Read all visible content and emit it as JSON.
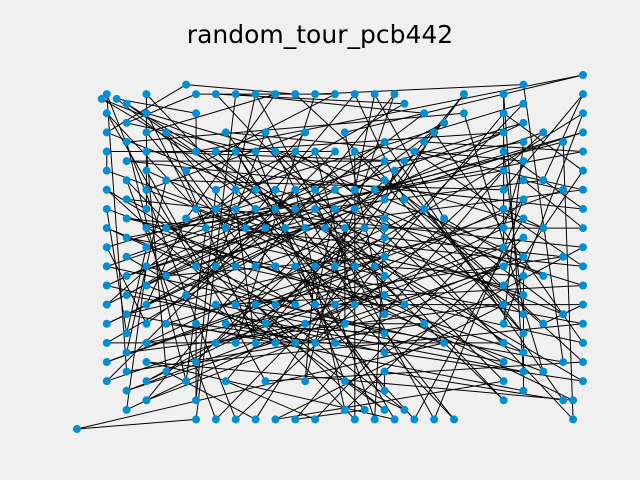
{
  "chart_data": {
    "type": "scatter",
    "title": "random_tour_pcb442",
    "xlabel": "",
    "ylabel": "",
    "axes_visible": false,
    "grid": false,
    "marker_color": "#008fd5",
    "line_color": "#000000",
    "background": "#f0f0f0",
    "style": "closed tour: points joined by straight edges in visit order, last back to first",
    "xlim": [
      -200,
      4000
    ],
    "ylim": [
      -200,
      3800
    ],
    "points": [
      [
        -100,
        -100
      ],
      [
        200,
        400
      ],
      [
        200,
        600
      ],
      [
        200,
        800
      ],
      [
        200,
        1000
      ],
      [
        200,
        1200
      ],
      [
        200,
        1400
      ],
      [
        200,
        1600
      ],
      [
        200,
        1800
      ],
      [
        200,
        2000
      ],
      [
        200,
        2200
      ],
      [
        200,
        2400
      ],
      [
        200,
        2600
      ],
      [
        200,
        2800
      ],
      [
        200,
        3000
      ],
      [
        200,
        3200
      ],
      [
        200,
        3400
      ],
      [
        150,
        3350
      ],
      [
        300,
        3350
      ],
      [
        400,
        100
      ],
      [
        400,
        300
      ],
      [
        400,
        500
      ],
      [
        400,
        700
      ],
      [
        400,
        900
      ],
      [
        400,
        1100
      ],
      [
        400,
        1300
      ],
      [
        400,
        1500
      ],
      [
        400,
        1700
      ],
      [
        400,
        1900
      ],
      [
        400,
        2100
      ],
      [
        400,
        2300
      ],
      [
        400,
        2500
      ],
      [
        400,
        2700
      ],
      [
        400,
        2900
      ],
      [
        400,
        3100
      ],
      [
        400,
        3300
      ],
      [
        600,
        200
      ],
      [
        600,
        400
      ],
      [
        600,
        600
      ],
      [
        600,
        800
      ],
      [
        600,
        1000
      ],
      [
        600,
        1200
      ],
      [
        600,
        1400
      ],
      [
        600,
        1600
      ],
      [
        600,
        1800
      ],
      [
        600,
        2000
      ],
      [
        600,
        2200
      ],
      [
        600,
        2400
      ],
      [
        600,
        2600
      ],
      [
        600,
        2800
      ],
      [
        600,
        3000
      ],
      [
        600,
        3200
      ],
      [
        600,
        3400
      ],
      [
        800,
        500
      ],
      [
        800,
        1000
      ],
      [
        800,
        1500
      ],
      [
        800,
        2000
      ],
      [
        800,
        2500
      ],
      [
        800,
        3000
      ],
      [
        1000,
        400
      ],
      [
        1000,
        1300
      ],
      [
        1000,
        2100
      ],
      [
        1000,
        2600
      ],
      [
        1000,
        3500
      ],
      [
        1100,
        0
      ],
      [
        1100,
        3400
      ],
      [
        1100,
        3200
      ],
      [
        1100,
        2800
      ],
      [
        1100,
        2200
      ],
      [
        1100,
        1600
      ],
      [
        1100,
        1000
      ],
      [
        1100,
        600
      ],
      [
        1100,
        200
      ],
      [
        1300,
        0
      ],
      [
        1500,
        0
      ],
      [
        1700,
        0
      ],
      [
        1900,
        0
      ],
      [
        2100,
        0
      ],
      [
        2300,
        0
      ],
      [
        1300,
        3400
      ],
      [
        1500,
        3400
      ],
      [
        1700,
        3400
      ],
      [
        1900,
        3400
      ],
      [
        2100,
        3400
      ],
      [
        2300,
        3400
      ],
      [
        2500,
        3400
      ],
      [
        2700,
        3400
      ],
      [
        2900,
        3400
      ],
      [
        3100,
        3400
      ],
      [
        1200,
        2000
      ],
      [
        1400,
        2000
      ],
      [
        1600,
        2000
      ],
      [
        1800,
        2000
      ],
      [
        2000,
        2000
      ],
      [
        2200,
        2000
      ],
      [
        2400,
        2000
      ],
      [
        2600,
        2000
      ],
      [
        2800,
        2000
      ],
      [
        3000,
        2000
      ],
      [
        1300,
        2400
      ],
      [
        1500,
        2400
      ],
      [
        1700,
        2400
      ],
      [
        1900,
        2400
      ],
      [
        2100,
        2400
      ],
      [
        2300,
        2400
      ],
      [
        2500,
        2400
      ],
      [
        2700,
        2400
      ],
      [
        2900,
        2400
      ],
      [
        1300,
        1600
      ],
      [
        1500,
        1600
      ],
      [
        1700,
        1600
      ],
      [
        1900,
        1600
      ],
      [
        2100,
        1600
      ],
      [
        2300,
        1600
      ],
      [
        2500,
        1600
      ],
      [
        2700,
        1600
      ],
      [
        2900,
        1600
      ],
      [
        1300,
        1200
      ],
      [
        1500,
        1200
      ],
      [
        1700,
        1200
      ],
      [
        1900,
        1200
      ],
      [
        2100,
        1200
      ],
      [
        2300,
        1200
      ],
      [
        2500,
        1200
      ],
      [
        2700,
        1200
      ],
      [
        1300,
        800
      ],
      [
        1500,
        800
      ],
      [
        1700,
        800
      ],
      [
        1900,
        800
      ],
      [
        2100,
        800
      ],
      [
        2300,
        800
      ],
      [
        2500,
        800
      ],
      [
        1300,
        2800
      ],
      [
        1500,
        2800
      ],
      [
        1700,
        2800
      ],
      [
        1900,
        2800
      ],
      [
        2100,
        2800
      ],
      [
        2300,
        2800
      ],
      [
        2500,
        2800
      ],
      [
        2700,
        2800
      ],
      [
        1300,
        2200
      ],
      [
        1500,
        2200
      ],
      [
        1700,
        2200
      ],
      [
        1900,
        2200
      ],
      [
        2100,
        2200
      ],
      [
        2300,
        2200
      ],
      [
        2500,
        2200
      ],
      [
        2700,
        2200
      ],
      [
        1400,
        3000
      ],
      [
        1800,
        3000
      ],
      [
        2200,
        3000
      ],
      [
        2600,
        3000
      ],
      [
        1400,
        1000
      ],
      [
        1800,
        1000
      ],
      [
        2200,
        1000
      ],
      [
        2600,
        1000
      ],
      [
        1400,
        400
      ],
      [
        1800,
        400
      ],
      [
        2200,
        400
      ],
      [
        2600,
        400
      ],
      [
        2700,
        0
      ],
      [
        2900,
        0
      ],
      [
        3100,
        0
      ],
      [
        3300,
        0
      ],
      [
        3500,
        0
      ],
      [
        3700,
        0
      ],
      [
        2600,
        100
      ],
      [
        2800,
        100
      ],
      [
        3000,
        100
      ],
      [
        3200,
        100
      ],
      [
        3000,
        300
      ],
      [
        3000,
        500
      ],
      [
        3000,
        700
      ],
      [
        3000,
        900
      ],
      [
        3000,
        1100
      ],
      [
        3000,
        1300
      ],
      [
        3000,
        1500
      ],
      [
        3000,
        1700
      ],
      [
        3000,
        1900
      ],
      [
        3000,
        2100
      ],
      [
        3000,
        2300
      ],
      [
        3000,
        2500
      ],
      [
        3000,
        2700
      ],
      [
        3000,
        2900
      ],
      [
        3100,
        2600
      ],
      [
        3200,
        2700
      ],
      [
        3300,
        2800
      ],
      [
        3400,
        2900
      ],
      [
        3500,
        3000
      ],
      [
        3200,
        2300
      ],
      [
        3400,
        2200
      ],
      [
        3600,
        2100
      ],
      [
        3200,
        1200
      ],
      [
        3400,
        1000
      ],
      [
        3600,
        800
      ],
      [
        3200,
        3300
      ],
      [
        3400,
        3200
      ],
      [
        3600,
        3100
      ],
      [
        3800,
        3400
      ],
      [
        3800,
        3200
      ],
      [
        4200,
        200
      ],
      [
        4200,
        400
      ],
      [
        4200,
        600
      ],
      [
        4200,
        800
      ],
      [
        4200,
        1000
      ],
      [
        4200,
        1200
      ],
      [
        4200,
        1400
      ],
      [
        4200,
        1600
      ],
      [
        4200,
        1800
      ],
      [
        4200,
        2000
      ],
      [
        4200,
        2200
      ],
      [
        4200,
        2400
      ],
      [
        4200,
        2600
      ],
      [
        4200,
        2800
      ],
      [
        4200,
        3000
      ],
      [
        4200,
        3200
      ],
      [
        4200,
        3400
      ],
      [
        4400,
        300
      ],
      [
        4400,
        500
      ],
      [
        4400,
        700
      ],
      [
        4400,
        900
      ],
      [
        4400,
        1100
      ],
      [
        4400,
        1300
      ],
      [
        4400,
        1500
      ],
      [
        4400,
        1700
      ],
      [
        4400,
        1900
      ],
      [
        4400,
        2100
      ],
      [
        4400,
        2300
      ],
      [
        4400,
        2500
      ],
      [
        4400,
        2700
      ],
      [
        4400,
        2900
      ],
      [
        4400,
        3100
      ],
      [
        4400,
        3300
      ],
      [
        4400,
        3500
      ],
      [
        4600,
        500
      ],
      [
        4600,
        1000
      ],
      [
        4600,
        1500
      ],
      [
        4600,
        2000
      ],
      [
        4600,
        2500
      ],
      [
        4600,
        3000
      ],
      [
        4800,
        200
      ],
      [
        4800,
        600
      ],
      [
        4800,
        1100
      ],
      [
        4800,
        1700
      ],
      [
        4800,
        2400
      ],
      [
        4800,
        2900
      ],
      [
        4900,
        0
      ],
      [
        4900,
        200
      ],
      [
        5000,
        400
      ],
      [
        5000,
        600
      ],
      [
        5000,
        800
      ],
      [
        5000,
        1000
      ],
      [
        5000,
        1200
      ],
      [
        5000,
        1400
      ],
      [
        5000,
        1600
      ],
      [
        5000,
        1800
      ],
      [
        5000,
        2000
      ],
      [
        5000,
        2200
      ],
      [
        5000,
        2400
      ],
      [
        5000,
        2600
      ],
      [
        5000,
        2800
      ],
      [
        5000,
        3000
      ],
      [
        5000,
        3200
      ],
      [
        5000,
        3400
      ],
      [
        5000,
        3600
      ]
    ]
  }
}
